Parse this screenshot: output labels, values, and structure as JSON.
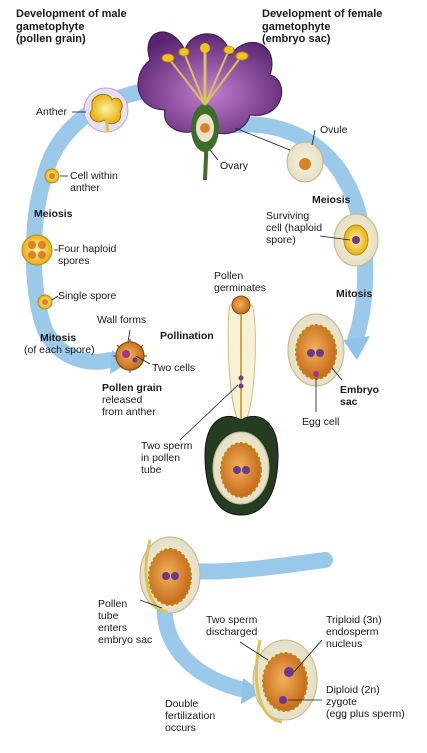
{
  "headers": {
    "male": "Development of male\ngametophyte\n(pollen grain)",
    "female": "Development of female\ngametophyte\n(embryo sac)"
  },
  "labels": {
    "anther": "Anther",
    "ovule": "Ovule",
    "ovary": "Ovary",
    "cell_within_anther": "Cell within\nanther",
    "meiosis_left": "Meiosis",
    "meiosis_right": "Meiosis",
    "four_haploid_spores": "Four haploid\nspores",
    "surviving_cell": "Surviving\ncell (haploid\nspore)",
    "single_spore": "Single spore",
    "pollen_germinates": "Pollen\ngerminates",
    "mitosis_right": "Mitosis",
    "mitosis_left": "Mitosis",
    "mitosis_left_sub": "(of each spore)",
    "wall_forms": "Wall forms",
    "pollination": "Pollination",
    "two_cells": "Two cells",
    "pollen_grain": "Pollen grain",
    "released_from_anther": "released\nfrom anther",
    "embryo_sac": "Embryo\nsac",
    "egg_cell": "Egg cell",
    "two_sperm": "Two sperm\nin pollen\ntube",
    "pollen_tube_enters": "Pollen\ntube\nenters\nembryo sac",
    "two_sperm_discharged": "Two sperm\ndischarged",
    "triploid": "Triploid (3n)\nendosperm\nnucleus",
    "diploid": "Diploid (2n)\nzygote\n(egg plus sperm)",
    "double_fertilization": "Double\nfertilization\noccurs"
  },
  "colors": {
    "arrow": "#8fc3e8",
    "petal": "#7b3f8f",
    "yellow": "#f2c318",
    "orange": "#d9822b",
    "green": "#2f4f2a",
    "purple_nucleus": "#6a3a8e"
  }
}
